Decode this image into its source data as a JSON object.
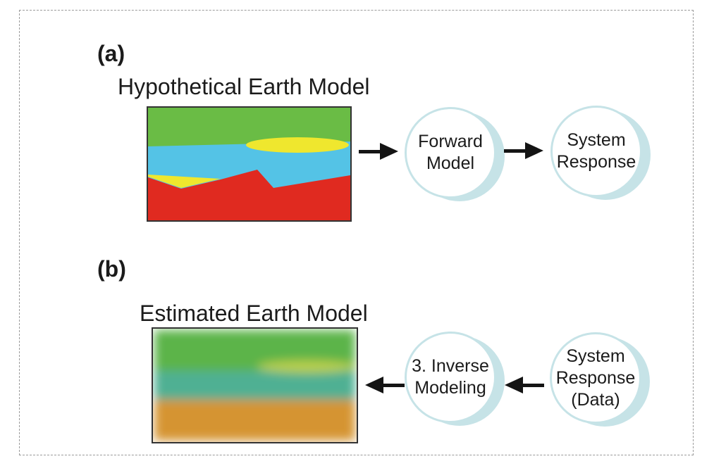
{
  "frame": {
    "border_color": "#9b9b9b",
    "background": "#ffffff"
  },
  "panel_a": {
    "label": "(a)",
    "title": "Hypothetical Earth Model",
    "nodes": [
      {
        "lines": [
          "Forward",
          "Model"
        ]
      },
      {
        "lines": [
          "System",
          "Response"
        ]
      }
    ]
  },
  "panel_b": {
    "label": "(b)",
    "title": "Estimated Earth Model",
    "nodes": [
      {
        "lines": [
          "3. Inverse",
          "Modeling"
        ]
      },
      {
        "lines": [
          "System",
          "Response",
          "(Data)"
        ]
      }
    ]
  },
  "colors": {
    "layer_green": "#6abc45",
    "layer_blue": "#54c3e6",
    "layer_red": "#e02a20",
    "layer_yellow": "#efe72e",
    "blur_green": "#5cb449",
    "blur_teal": "#4fb093",
    "blur_olive": "#b9cf4b",
    "blur_orange": "#d59430",
    "node_ring": "#c6e3e7",
    "arrow": "#141414",
    "image_border": "#333333",
    "text": "#1b1b1b"
  }
}
